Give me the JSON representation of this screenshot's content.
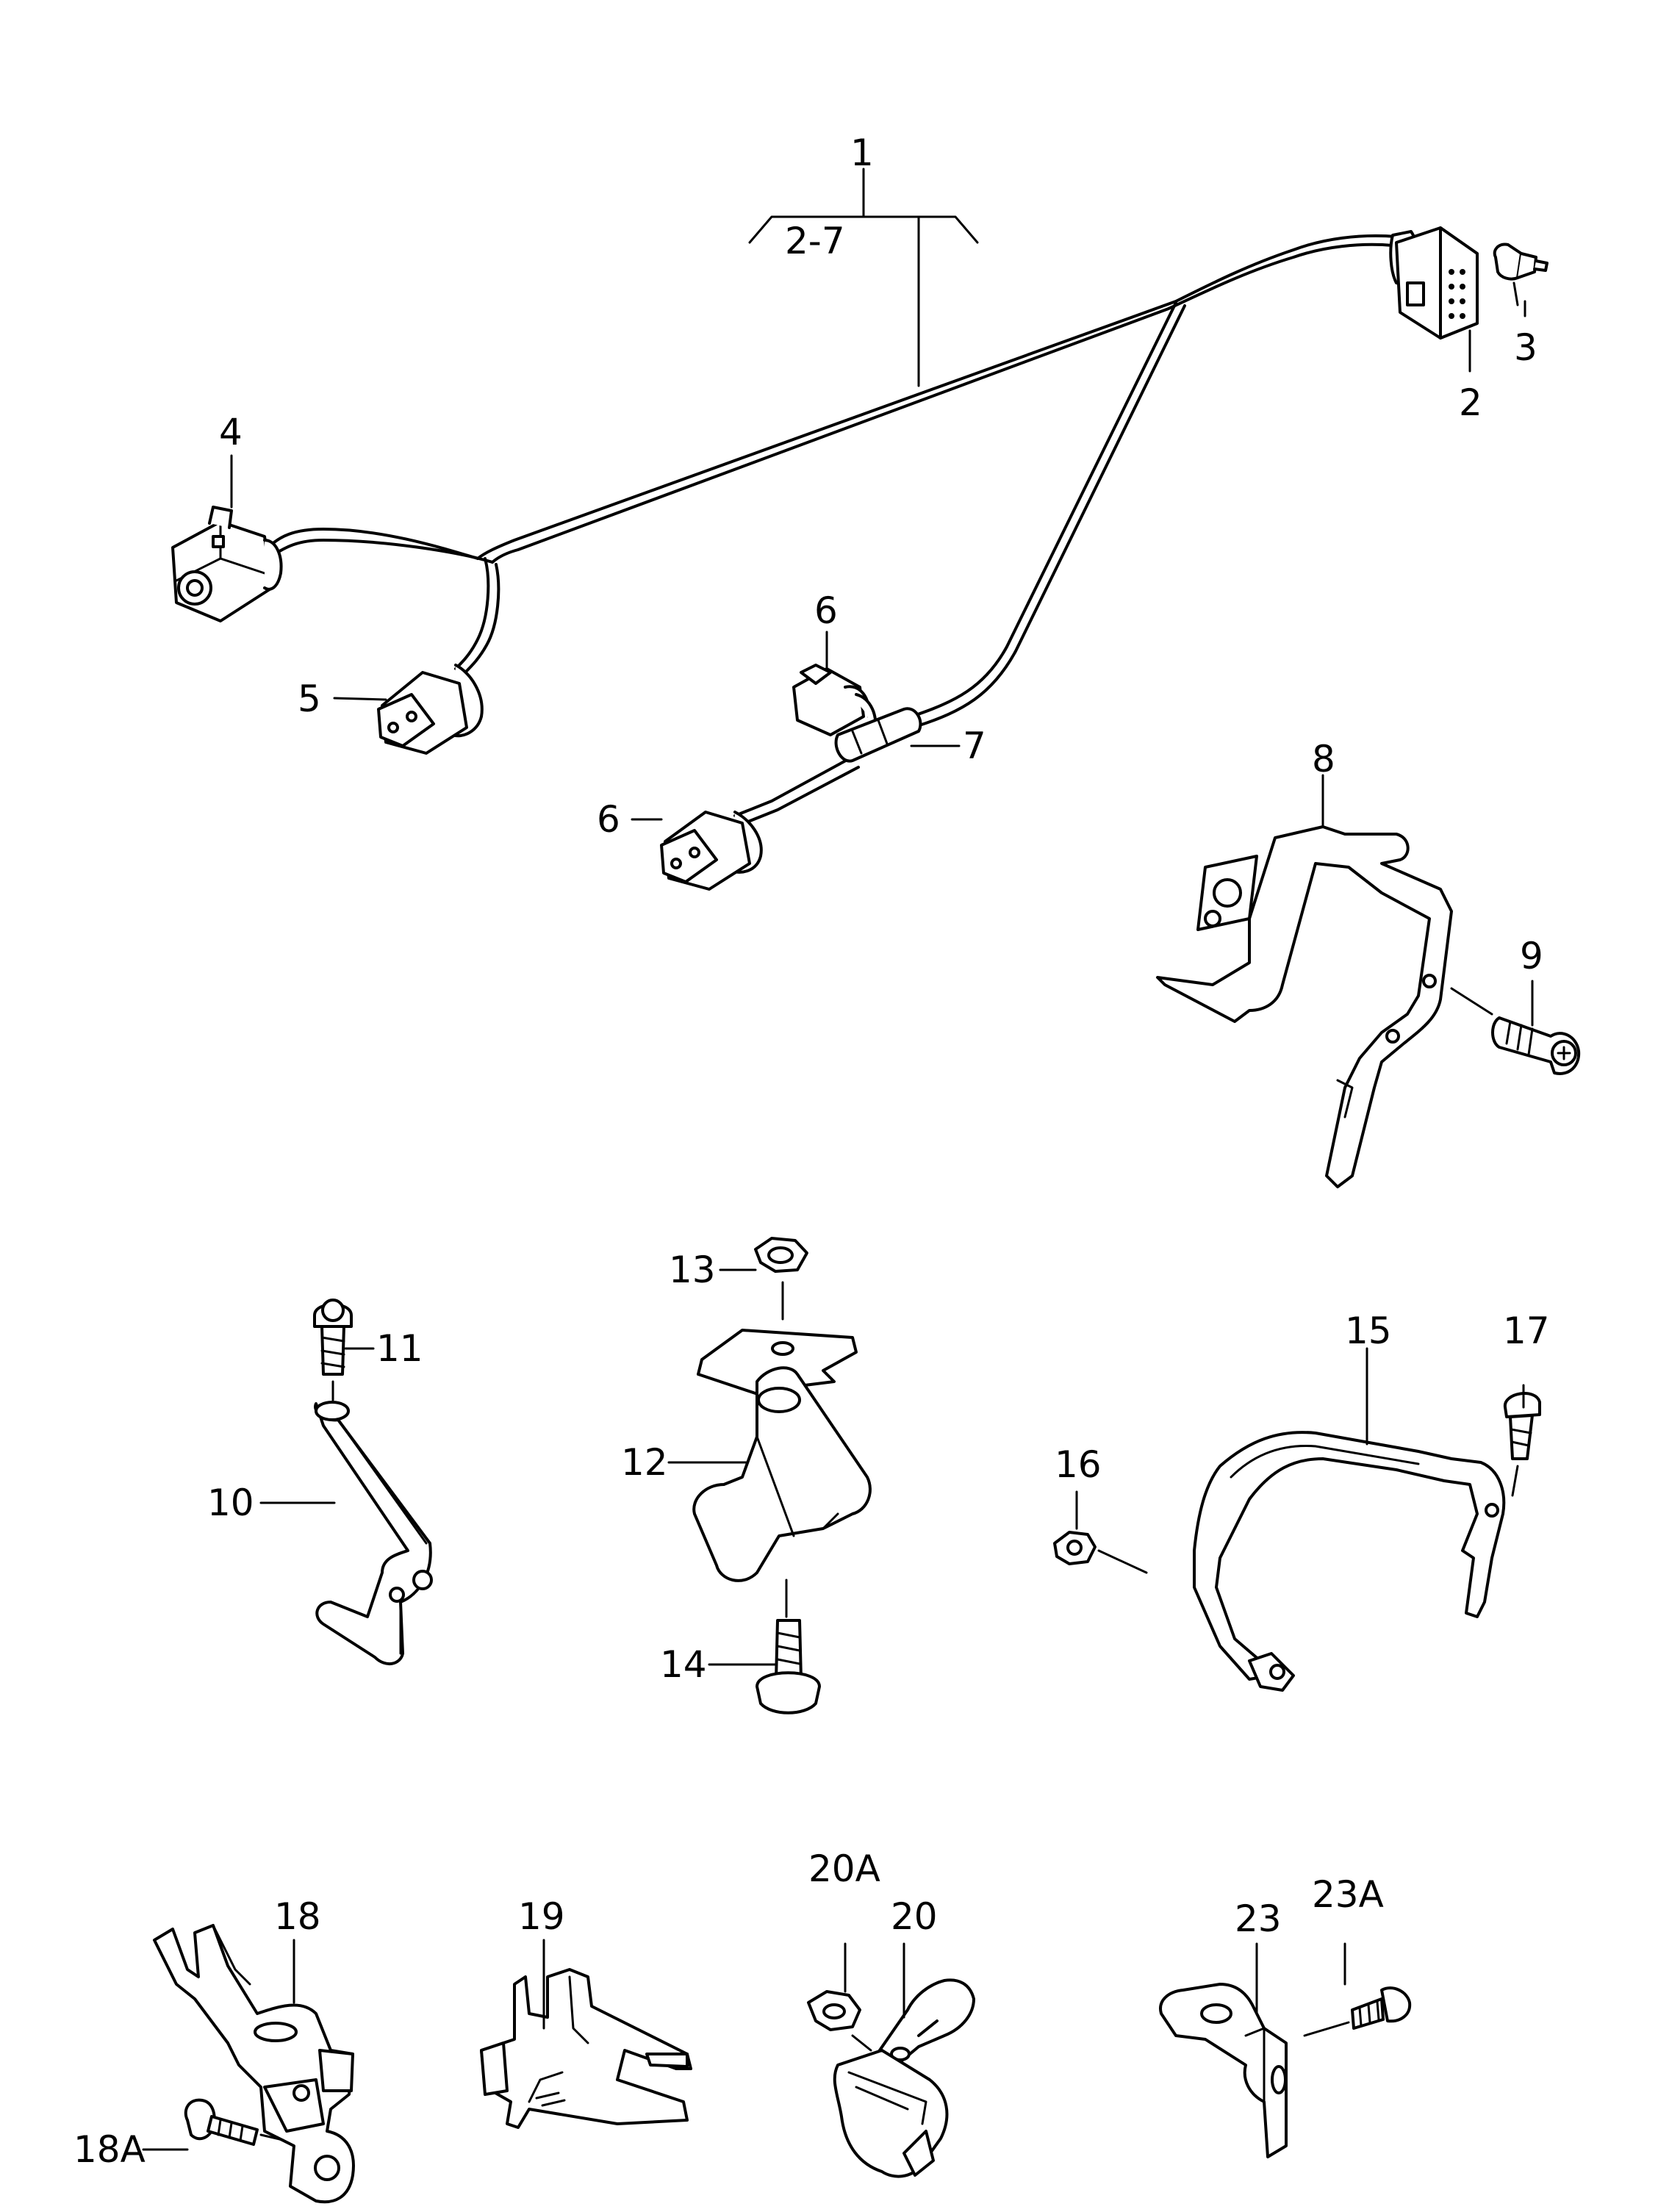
{
  "labels": {
    "l1": "1",
    "l2_7": "2-7",
    "l2": "2",
    "l3": "3",
    "l4": "4",
    "l5": "5",
    "l6a": "6",
    "l6b": "6",
    "l7": "7",
    "l8": "8",
    "l9": "9",
    "l10": "10",
    "l11": "11",
    "l12": "12",
    "l13": "13",
    "l14": "14",
    "l15": "15",
    "l16": "16",
    "l17": "17",
    "l18": "18",
    "l18a": "18A",
    "l19": "19",
    "l20": "20",
    "l20a": "20A",
    "l23": "23",
    "l23a": "23A"
  }
}
